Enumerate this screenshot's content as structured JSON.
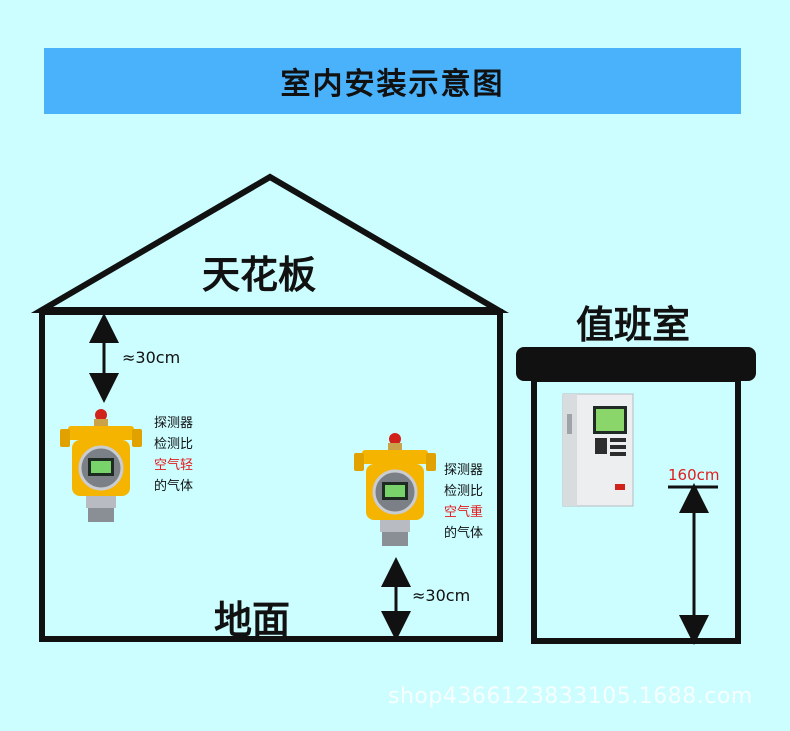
{
  "title": "室内安装示意图",
  "house": {
    "ceiling_label": "天花板",
    "floor_label": "地面",
    "top_distance": "≈30cm",
    "bottom_distance": "≈30cm"
  },
  "detector_light": {
    "line1": "探测器",
    "line2": "检测比",
    "line3": "空气轻",
    "line4": "的气体"
  },
  "detector_heavy": {
    "line1": "探测器",
    "line2": "检测比",
    "line3": "空气重",
    "line4": "的气体"
  },
  "duty_room": {
    "label": "值班室",
    "height": "160cm"
  },
  "watermark": "shop4366123833105.1688.com",
  "colors": {
    "background": "#ccfdff",
    "banner": "#4ab1fb",
    "outline": "#111111",
    "highlight": "#e31c1c",
    "detector": "#f5b400"
  }
}
